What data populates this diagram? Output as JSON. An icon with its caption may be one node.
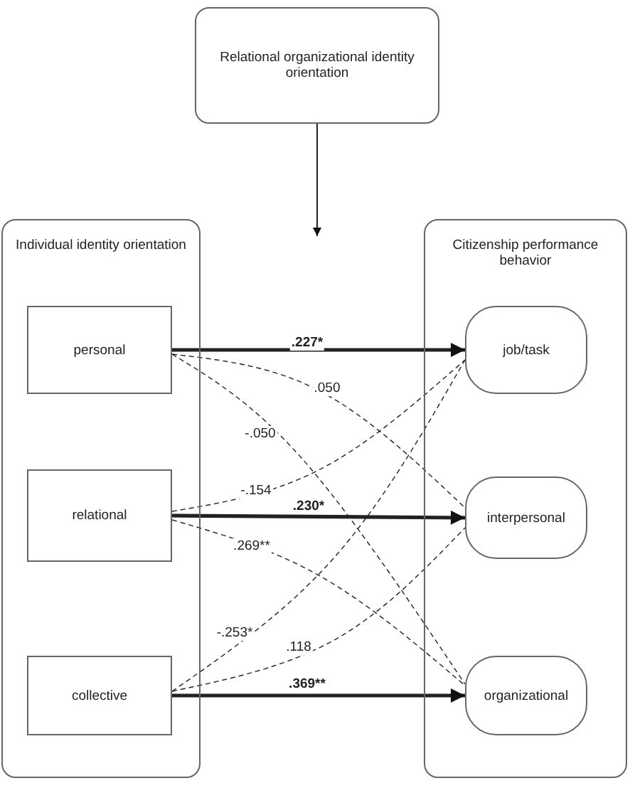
{
  "diagram": {
    "nodes": [
      {
        "text": [
          "Relational organizational identity orientation"
        ]
      },
      {
        "text": [
          "Individual identity orientation"
        ]
      },
      {
        "text": [
          "personal"
        ],
        "in": 1
      },
      {
        "text": [
          "relational"
        ],
        "in": 1
      },
      {
        "text": [
          "collective"
        ],
        "in": 1
      },
      {
        "text": [
          "Citizenship performance behavior"
        ]
      },
      {
        "text": [
          "job/task"
        ],
        "in": 5
      },
      {
        "text": [
          "interpersonal"
        ],
        "in": 5
      },
      {
        "text": [
          "organizational"
        ],
        "in": 5
      }
    ],
    "edges": [
      {
        "from": 0,
        "to": null,
        "arrow": "to"
      },
      {
        "from": 2,
        "to": 6,
        "arrow": "to",
        "label": ".227*",
        "style": "thick"
      },
      {
        "from": 2,
        "to": 7,
        "arrow": "none",
        "label": ".050",
        "style": "dashed"
      },
      {
        "from": 2,
        "to": 8,
        "arrow": "none",
        "label": "-.050",
        "style": "dashed"
      },
      {
        "from": 3,
        "to": 6,
        "arrow": "none",
        "label": "-.154",
        "style": "dashed"
      },
      {
        "from": 3,
        "to": 7,
        "arrow": "to",
        "label": ".230*",
        "style": "thick"
      },
      {
        "from": 3,
        "to": 8,
        "arrow": "none",
        "label": ".269**",
        "style": "dashed"
      },
      {
        "from": 4,
        "to": 6,
        "arrow": "none",
        "label": "-.253*",
        "style": "dashed"
      },
      {
        "from": 4,
        "to": 7,
        "arrow": "none",
        "label": ".118",
        "style": "dashed"
      },
      {
        "from": 4,
        "to": 8,
        "arrow": "to",
        "label": ".369**",
        "style": "thick"
      }
    ]
  }
}
